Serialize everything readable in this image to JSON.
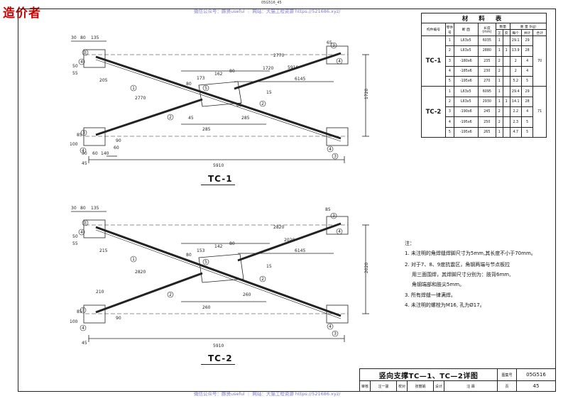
{
  "header": {
    "site_logo": "造价者",
    "sheet_code": "05G516_45",
    "watermark_top": "微信公众号：豚贤useful ｜ 网站：大猫工程资源 https://521686.xyz/",
    "watermark_bottom": "微信公众号：豚贤useful ｜ 网站：大猫工程资源 https://521686.xyz/"
  },
  "material_table": {
    "title": "材 料 表",
    "col_member": "构件编号",
    "col_part": "零件号",
    "col_section": "断 面",
    "col_length": "长度 (mm)",
    "col_qty": "数量",
    "col_qty_pos": "正",
    "col_qty_neg": "反",
    "col_weight": "重 量 (kg)",
    "col_each": "每个",
    "col_total": "共计",
    "col_sum": "合计",
    "groups": [
      {
        "member": "TC-1",
        "sum": "70",
        "rows": [
          {
            "part": "1",
            "section": "L63x5",
            "length": "6035",
            "pos": "1",
            "neg": "",
            "each": "29.1",
            "total": "29"
          },
          {
            "part": "2",
            "section": "L63x5",
            "length": "2880",
            "pos": "1",
            "neg": "1",
            "each": "13.9",
            "total": "28"
          },
          {
            "part": "3",
            "section": "-180x6",
            "length": "235",
            "pos": "2",
            "neg": "",
            "each": "2",
            "total": "4"
          },
          {
            "part": "4",
            "section": "-185x6",
            "length": "230",
            "pos": "2",
            "neg": "",
            "each": "2",
            "total": "4"
          },
          {
            "part": "5",
            "section": "-195x6",
            "length": "270",
            "pos": "1",
            "neg": "",
            "each": "5.2",
            "total": "5"
          }
        ]
      },
      {
        "member": "TC-2",
        "sum": "71",
        "rows": [
          {
            "part": "1",
            "section": "L63x5",
            "length": "6095",
            "pos": "1",
            "neg": "",
            "each": "29.4",
            "total": "29"
          },
          {
            "part": "2",
            "section": "L63x5",
            "length": "2930",
            "pos": "1",
            "neg": "1",
            "each": "14.1",
            "total": "28"
          },
          {
            "part": "3",
            "section": "-190x6",
            "length": "245",
            "pos": "2",
            "neg": "",
            "each": "2.2",
            "total": "4"
          },
          {
            "part": "4",
            "section": "-195x6",
            "length": "250",
            "pos": "2",
            "neg": "",
            "each": "2.3",
            "total": "5"
          },
          {
            "part": "5",
            "section": "-195x6",
            "length": "265",
            "pos": "1",
            "neg": "",
            "each": "4.7",
            "total": "5"
          }
        ]
      }
    ]
  },
  "notes": {
    "heading": "注：",
    "items": [
      "1. 未注明的角焊缝焊脚尺寸为5mm,其长度不小于70mm。",
      "2. 对于7、8、9度抗震区，角钢两端与节点板拉",
      "用三面围焊，其焊脚尺寸分别为：肢背6mm,",
      "角钢端部和肢尖5mm。",
      "3. 所有焊缝一律满焊。",
      "4. 未注明的螺栓为M16, 孔为Ø17。"
    ]
  },
  "title_block": {
    "drawing_title": "竖向支撑TC—1、TC—2详图",
    "atlas_label": "图集号",
    "atlas_no": "05G516",
    "page_label": "页",
    "page_no": "45",
    "review_label": "审核",
    "reviewer": "汪一骏",
    "check_label": "校对",
    "checker": "张丽娟",
    "design_label": "设计",
    "designer": "汪 霖"
  },
  "drawing_tc1": {
    "caption": "TC-1",
    "dims": {
      "overall_width": "5910",
      "overall_height": "1720",
      "inner_width": "5910",
      "d30": "30",
      "d80": "80",
      "d135": "135",
      "d2770a": "2770",
      "d2770b": "2770",
      "d65": "65",
      "d55": "55",
      "d50": "50",
      "d205": "205",
      "d80b": "80",
      "d173": "173",
      "d162": "162",
      "d80c": "80",
      "d1720b": "1720",
      "d6145": "6145",
      "d15": "15",
      "d85": "85",
      "d45": "45",
      "d285a": "285",
      "d285b": "285",
      "d100": "100",
      "d85b": "85",
      "d60": "60",
      "d140": "140",
      "d90": "90",
      "d45b": "45",
      "d30b": "30",
      "d60b": "60"
    }
  },
  "drawing_tc2": {
    "caption": "TC-2",
    "dims": {
      "overall_width": "5910",
      "overall_height": "2020",
      "inner_width": "2020",
      "d30": "30",
      "d80": "80",
      "d135": "135",
      "d2820a": "2820",
      "d2820b": "2820",
      "d85": "85",
      "d55": "55",
      "d50": "50",
      "d215": "215",
      "d80b": "80",
      "d153": "153",
      "d142": "142",
      "d80c": "80",
      "d6145": "6145",
      "d15": "15",
      "d260a": "260",
      "d260b": "260",
      "d210": "210",
      "d100": "100",
      "d85b": "85",
      "d45": "45",
      "d90": "90"
    }
  }
}
